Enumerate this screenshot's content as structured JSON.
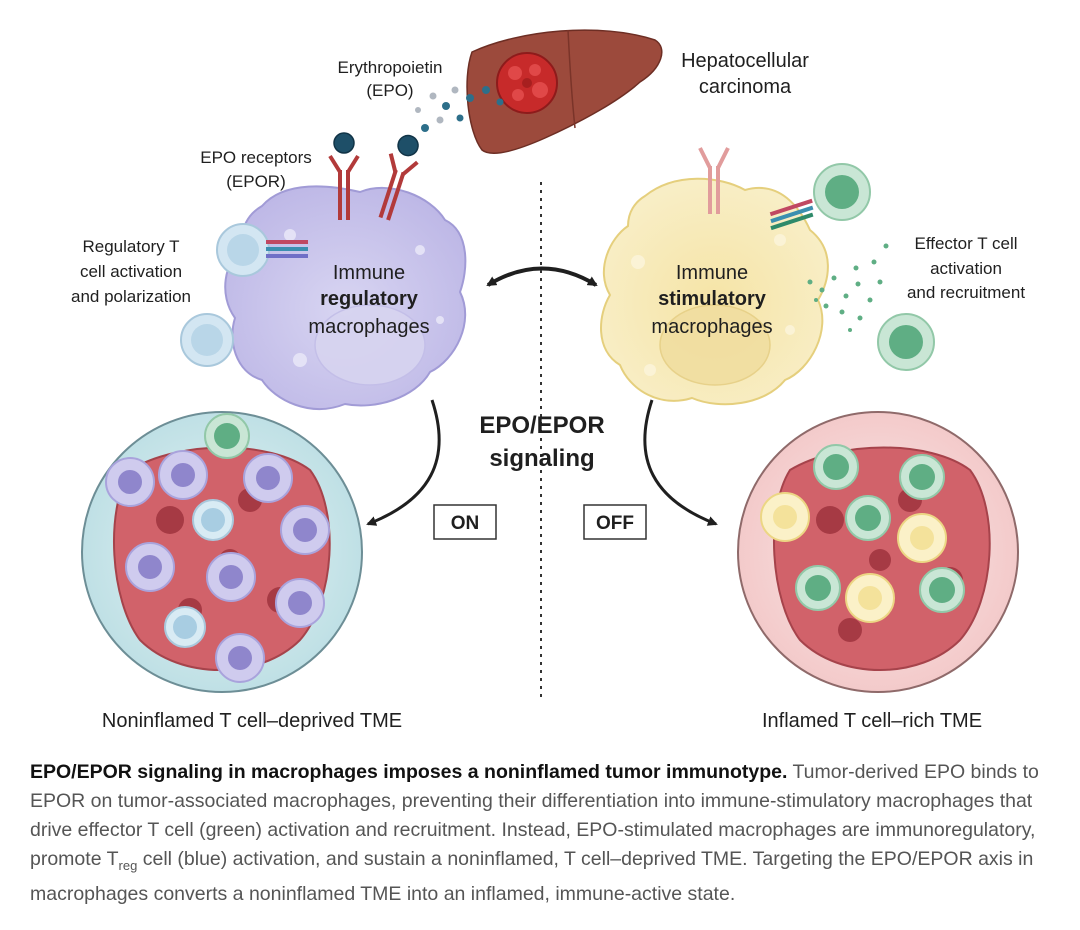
{
  "labels": {
    "epo_line1": "Erythropoietin",
    "epo_line2": "(EPO)",
    "hcc_line1": "Hepatocellular",
    "hcc_line2": "carcinoma",
    "epor_line1": "EPO receptors",
    "epor_line2": "(EPOR)",
    "treg_line1": "Regulatory T",
    "treg_line2": "cell activation",
    "treg_line3": "and polarization",
    "left_mac_line1": "Immune",
    "left_mac_line2": "regulatory",
    "left_mac_line3": "macrophages",
    "right_mac_line1": "Immune",
    "right_mac_line2": "stimulatory",
    "right_mac_line3": "macrophages",
    "eff_line1": "Effector T cell",
    "eff_line2": "activation",
    "eff_line3": "and recruitment",
    "signal_line1": "EPO/EPOR",
    "signal_line2": "signaling",
    "on": "ON",
    "off": "OFF",
    "left_tme": "Noninflamed T cell–deprived TME",
    "right_tme": "Inflamed T cell–rich TME"
  },
  "caption": {
    "title": "EPO/EPOR signaling in macrophages imposes a noninflamed tumor immunotype.",
    "body_part1": " Tumor-derived EPO binds to EPOR on tumor-associated macrophages, preventing their differentiation into immune-stimulatory macrophages that drive effector T cell (green) activation and recruitment. Instead, EPO-stimulated macrophages are immunoregulatory, promote T",
    "sub": "reg",
    "body_part2": " cell (blue) activation, and sustain a noninflamed, T cell–deprived TME. Targeting the EPO/EPOR axis in macrophages converts a noninflamed TME into an inflamed, immune-active state."
  },
  "colors": {
    "liver": "#9c4a3c",
    "tumor": "#c72a2a",
    "regulatory_macrophage": "#c9c5ec",
    "stimulatory_macrophage": "#f7e9b4",
    "treg_cell": "#b9d6e8",
    "effector_cell": "#5fae84",
    "tumor_cell": "#d1626a",
    "epo_particle": "#2d6f8a"
  }
}
